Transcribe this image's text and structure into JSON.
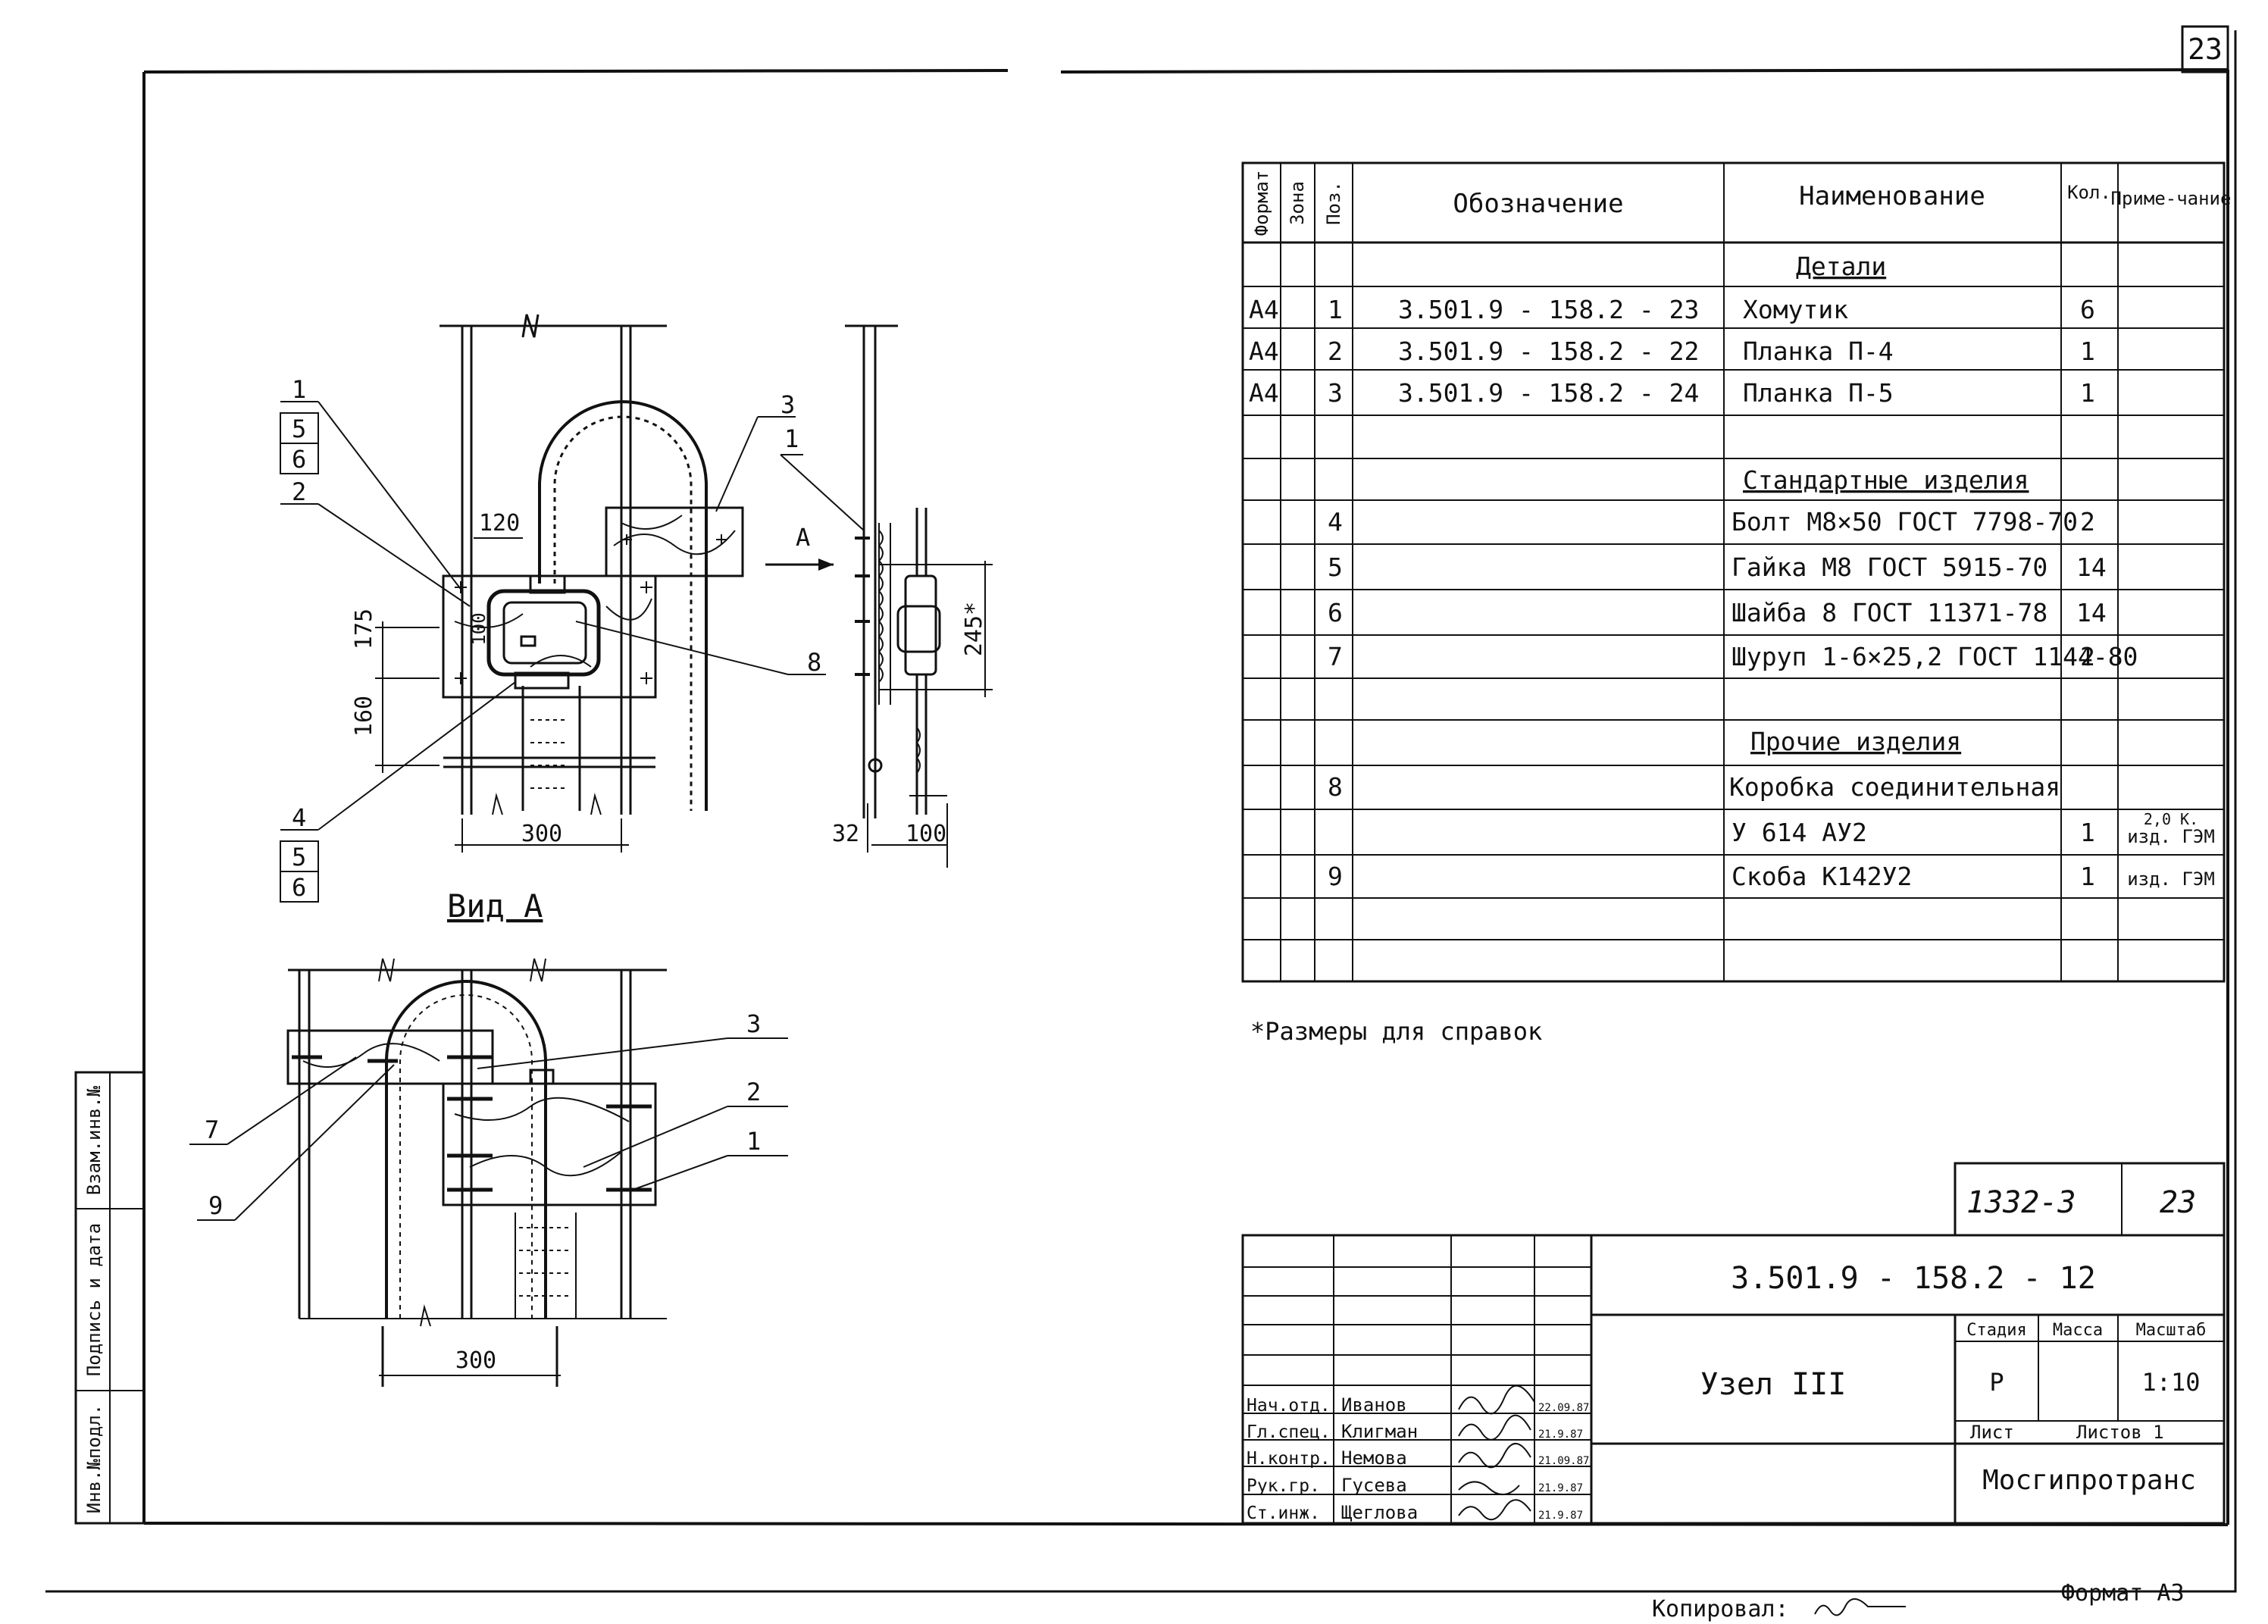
{
  "sheet": {
    "page_number": "23",
    "note": "*Размеры для справок",
    "copied_by": "Копировал:",
    "format": "Формат А3",
    "side_stamp": [
      "Инв.№подл.",
      "Подпись и дата",
      "Взам.инв.№"
    ]
  },
  "spec_table": {
    "headers": [
      "Формат",
      "Зона",
      "Поз.",
      "Обозначение",
      "Наименование",
      "Кол.",
      "Приме-чание"
    ],
    "sections": {
      "details": "Детали",
      "standard": "Стандартные изделия",
      "other": "Прочие изделия"
    },
    "rows": [
      {
        "format": "А4",
        "pos": "1",
        "designation": "3.501.9 - 158.2 - 23",
        "name": "Хомутик",
        "qty": "6",
        "note": ""
      },
      {
        "format": "А4",
        "pos": "2",
        "designation": "3.501.9 - 158.2 - 22",
        "name": "Планка  П-4",
        "qty": "1",
        "note": ""
      },
      {
        "format": "А4",
        "pos": "3",
        "designation": "3.501.9 - 158.2 - 24",
        "name": "Планка  П-5",
        "qty": "1",
        "note": ""
      },
      {
        "format": "",
        "pos": "4",
        "designation": "",
        "name": "Болт М8×50 ГОСТ 7798-70",
        "qty": "2",
        "note": ""
      },
      {
        "format": "",
        "pos": "5",
        "designation": "",
        "name": "Гайка М8 ГОСТ 5915-70",
        "qty": "14",
        "note": ""
      },
      {
        "format": "",
        "pos": "6",
        "designation": "",
        "name": "Шайба 8 ГОСТ 11371-78",
        "qty": "14",
        "note": ""
      },
      {
        "format": "",
        "pos": "7",
        "designation": "",
        "name": "Шуруп 1-6×25,2 ГОСТ 1144-80",
        "qty": "2",
        "note": ""
      },
      {
        "format": "",
        "pos": "8",
        "designation": "",
        "name": "Коробка соединительная",
        "qty": "",
        "note": ""
      },
      {
        "format": "",
        "pos": "",
        "designation": "",
        "name": "У 614 АУ2",
        "qty": "1",
        "note": "изд. ГЭМ",
        "note_top": "2,0 К."
      },
      {
        "format": "",
        "pos": "9",
        "designation": "",
        "name": "Скоба К142У2",
        "qty": "1",
        "note": "изд. ГЭМ"
      }
    ]
  },
  "title_block": {
    "archive_no": "1332-3",
    "archive_sheet": "23",
    "document_code": "3.501.9 - 158.2 - 12",
    "title": "Узел III",
    "stage_label": "Стадия",
    "mass_label": "Масса",
    "scale_label": "Масштаб",
    "stage": "Р",
    "scale": "1:10",
    "sheet_label": "Лист",
    "sheets_label": "Листов 1",
    "organization": "Мосгипротранс",
    "people": [
      {
        "role": "Нач.отд.",
        "name": "Иванов",
        "date": "22.09.87"
      },
      {
        "role": "Гл.спец.",
        "name": "Клигман",
        "date": "21.9.87"
      },
      {
        "role": "Н.контр.",
        "name": "Немова",
        "date": "21.09.87"
      },
      {
        "role": "Рук.гр.",
        "name": "Гусева",
        "date": "21.9.87"
      },
      {
        "role": "Ст.инж.",
        "name": "Щеглова",
        "date": "21.9.87"
      }
    ]
  },
  "drawing": {
    "view_label": "Вид А",
    "arrow_label": "А",
    "dims": {
      "d120": "120",
      "d175": "175",
      "d100v": "100",
      "d160": "160",
      "d300": "300",
      "d245": "245*",
      "d32": "32",
      "d100": "100",
      "d300b": "300"
    },
    "callouts": {
      "c1": "1",
      "c5": "5",
      "c6": "6",
      "c2": "2",
      "c3": "3",
      "c8": "8",
      "c4": "4",
      "c5b": "5",
      "c6b": "6",
      "c1s": "1",
      "c3b": "3",
      "c2b": "2",
      "c1b": "1",
      "c7": "7",
      "c9": "9"
    }
  }
}
